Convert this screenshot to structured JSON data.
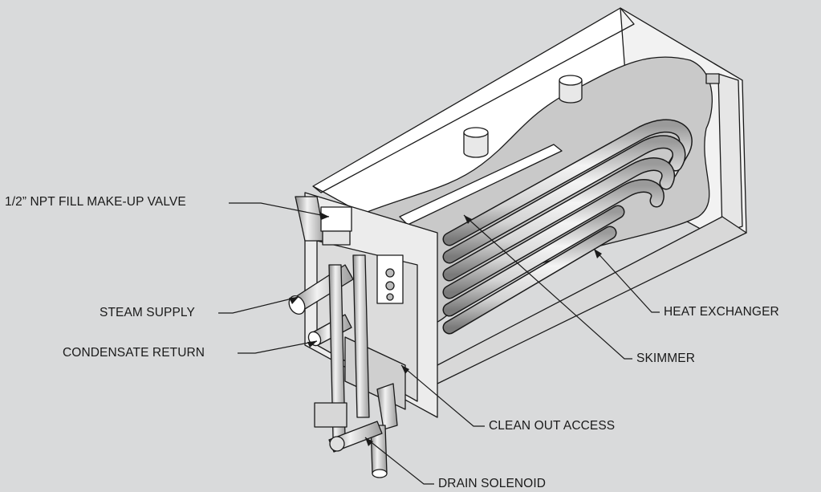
{
  "colors": {
    "background": "#d9dadb",
    "line": "#1a1a1a",
    "unit_fill": "#ffffff",
    "shade_light": "#eeeeee",
    "shade_mid": "#c8c8c8",
    "shade_dark": "#8a8a8a"
  },
  "labels": {
    "fill_valve": "1/2” NPT FILL MAKE-UP VALVE",
    "steam_supply": "STEAM SUPPLY",
    "condensate_return": "CONDENSATE RETURN",
    "heat_exchanger": "HEAT EXCHANGER",
    "skimmer": "SKIMMER",
    "clean_out": "CLEAN OUT ACCESS",
    "drain_solenoid": "DRAIN SOLENOID"
  }
}
